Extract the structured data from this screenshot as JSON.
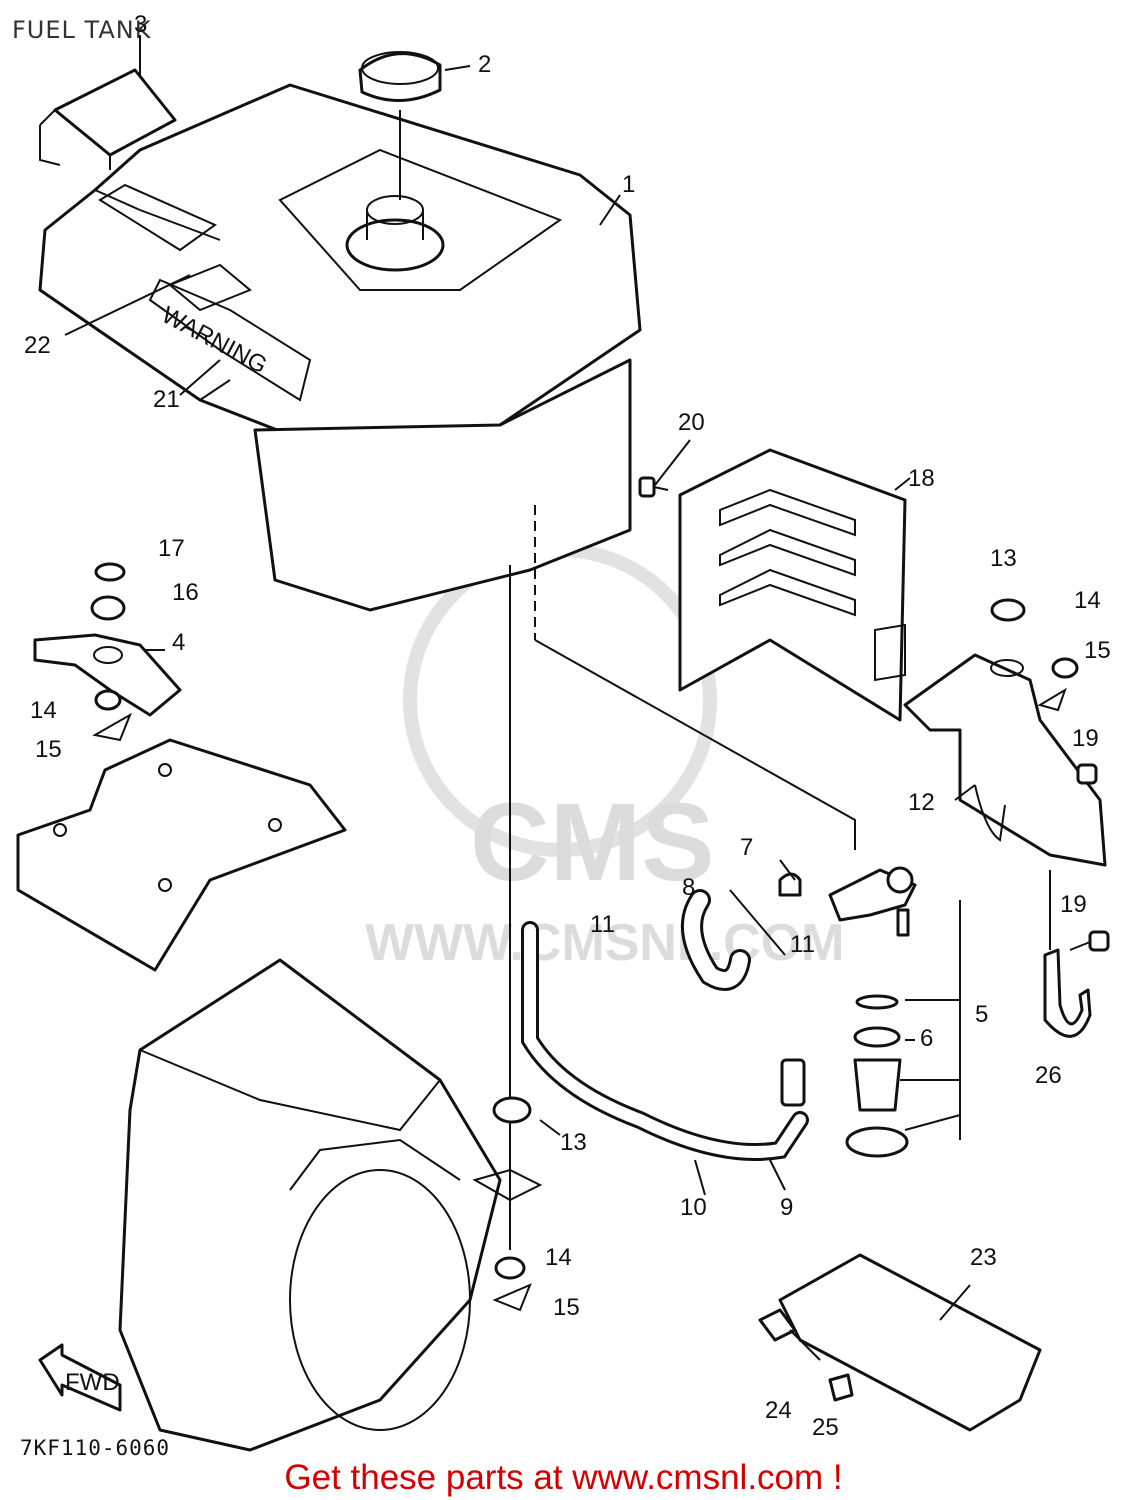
{
  "title": "FUEL TANK",
  "diagram_code": "7KF110-6060",
  "footer": "Get these parts at www.cmsnl.com !",
  "watermark": {
    "brand": "CMS",
    "url": "WWW.CMSNL.COM"
  },
  "tank_label": "WARNING",
  "fwd_label": "FWD",
  "callouts": {
    "c1": "1",
    "c2": "2",
    "c3": "3",
    "c4": "4",
    "c5": "5",
    "c6": "6",
    "c7": "7",
    "c8": "8",
    "c9": "9",
    "c10": "10",
    "c11a": "11",
    "c11b": "11",
    "c12": "12",
    "c13a": "13",
    "c13b": "13",
    "c14a": "14",
    "c14b": "14",
    "c14c": "14",
    "c15a": "15",
    "c15b": "15",
    "c15c": "15",
    "c16": "16",
    "c17": "17",
    "c18": "18",
    "c19a": "19",
    "c19b": "19",
    "c20": "20",
    "c21": "21",
    "c22": "22",
    "c23": "23",
    "c24": "24",
    "c25": "25",
    "c26": "26"
  },
  "colors": {
    "footer": "#d40000",
    "line": "#111111",
    "watermark": "#dcdcdc"
  }
}
